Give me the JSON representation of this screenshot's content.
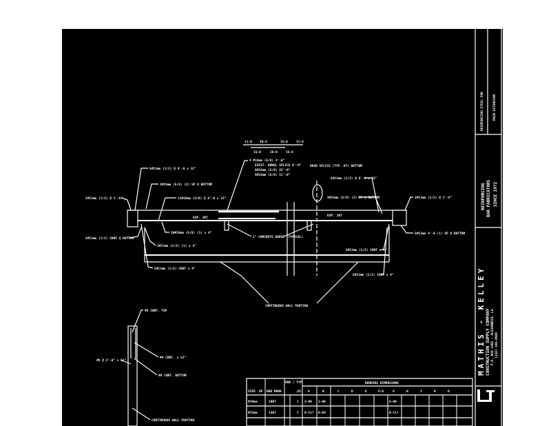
{
  "dims_top": [
    "11-0",
    "20-3",
    "15-6",
    "11-6"
  ],
  "dims_bottom": [
    "15-0",
    "18-0",
    "15-6"
  ],
  "labels": {
    "top_left_1": "5#13mm (1/2) @ 6'-0 x 12\"",
    "top_left_2": "3#16mm (5/8) (2) SP @ BOTTOM",
    "top_left_3": "11#16mm (5/8) @ 6'-0 x 12\"",
    "far_left": "2#13mm (1/2) @ 1'-6\"",
    "left_bottom": "5#13mm (1/2) CONT @ BOTTOM",
    "mid_1": "20#16mm (5/8) (1) x 4\"",
    "mid_2": "3#13mm (1/2) (1) x 4\"",
    "mid_3": "5#13mm (1/2) CONT x 4\"",
    "center_note_1": "4 #16mm (5/8) 3'-0\"",
    "center_note_2": "EXIST. DOWEL SPLICE 6'-0\"",
    "center_note_3": "6#16mm (5/8) 22'-0\"",
    "center_note_4": "6#16mm (5/8) 11'-0\"",
    "splice_note": "HEAD SPLICE (TYP. AT) BOTTOM",
    "exp_left": "EXP. JNT",
    "exp_right": "EXP. JNT",
    "conc_note": "1\" CONCRETE WEDGE (TYPICAL)",
    "right_1": "5#13mm (1/2) @ 6'-0 x 12\"",
    "right_2": "3#16mm (5/8) (2) SP @ BOTTOM",
    "right_3": "2#13mm (1/2) @ 1'-6\"",
    "right_4": "5#13mm 4'-0 (1) SP @ BOTTOM",
    "right_5": "5#13mm (1/2) CONT x 4\"",
    "right_6": "5#13mm (1/2) CONT x 4\"",
    "footing": "CONTINUOUS WALL FOOTING",
    "wall_1": "#8 CONT. TOP",
    "wall_2": "#8 @ 2'-0\" x 12\"",
    "wall_3": "#4 CONT. x 12\"",
    "wall_4": "#8 CONT. BOTTOM",
    "wall_5": "CONTINUOUS WALL FOOTING"
  },
  "table": {
    "title": "BENDING DIMENSIONS",
    "headers": [
      "SIZE",
      "OF",
      "BAR MARK",
      "BND / TYP",
      "(D)",
      "A",
      "B",
      "C",
      "D",
      "E",
      "F/G",
      "G",
      "H",
      "J",
      "K",
      "O"
    ],
    "rows": [
      [
        "#19mm",
        "",
        "1907",
        "",
        "1",
        "3-00",
        "1-00",
        "",
        "",
        "",
        "",
        "5-00",
        "",
        "",
        "",
        ""
      ],
      [
        "#13mm",
        "",
        "1307",
        "",
        "2",
        "0-11?",
        "0-04",
        "",
        "",
        "",
        "",
        "0-11?",
        "",
        "",
        "",
        ""
      ]
    ]
  },
  "title_block": {
    "project_1": "REINFORCING STEEL FOR",
    "project_2": "MAIN EXTENSION",
    "company_1": "REINFORCING",
    "company_2": "BAR FABRICATORS",
    "since": "SINCE 1972",
    "firm": "MATHIS - KELLEY",
    "firm_sub": "CONSTRUCTION SUPPLY COMPANY",
    "firm_addr": "P.O. BOX 1405 - ALEXANDRIA, LA.",
    "firm_phone": "(318) 445-0900"
  },
  "colors": {
    "background": "#000000",
    "ink": "#ffffff",
    "paper": "#ffffff"
  }
}
